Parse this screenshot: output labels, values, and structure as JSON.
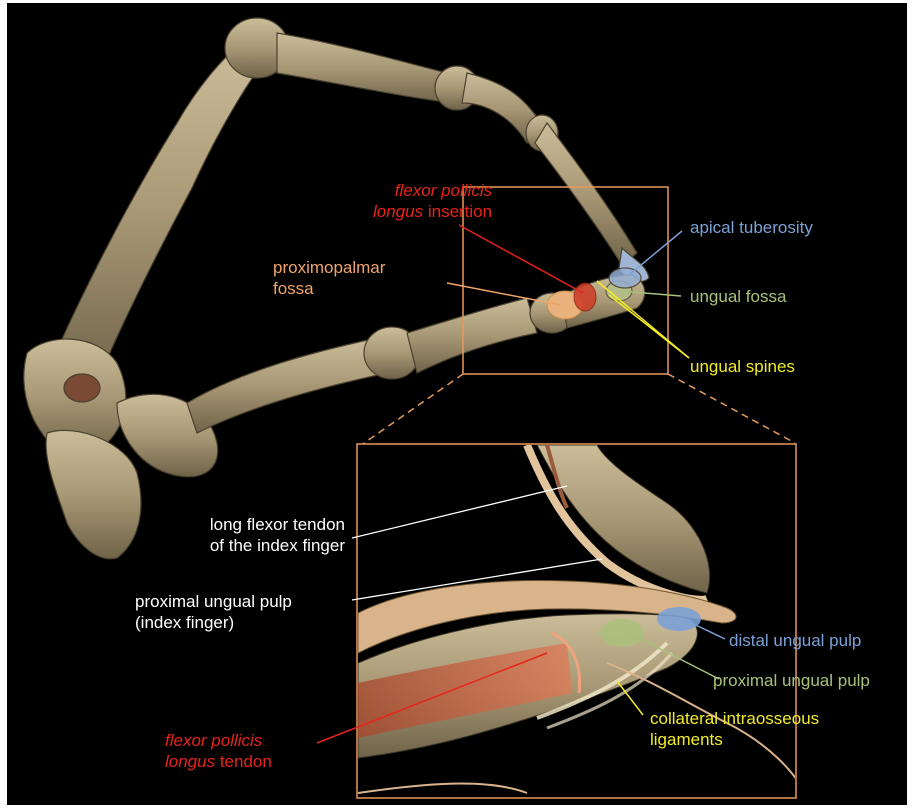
{
  "labels": {
    "fpl_insertion": {
      "italic_l1": "flexor pollicis",
      "italic_l2": "longus",
      "plain_l2": " insertion"
    },
    "proximopalmar": {
      "line1": "proximopalmar",
      "line2": "fossa"
    },
    "apical_tuberosity": "apical tuberosity",
    "ungual_fossa": "ungual fossa",
    "ungual_spines": "ungual spines",
    "long_flexor": {
      "line1": "long flexor tendon",
      "line2": "of the index finger"
    },
    "proximal_pulp_index": {
      "line1": "proximal ungual pulp",
      "line2": "(index finger)"
    },
    "distal_ungual_pulp": "distal ungual pulp",
    "proximal_ungual_pulp": "proximal ungual pulp",
    "collateral": {
      "line1": "collateral intraosseous",
      "line2": "ligaments"
    },
    "fpl_tendon": {
      "italic_l1": "flexor pollicis",
      "italic_l2": "longus",
      "plain_l2": " tendon"
    }
  },
  "colors": {
    "background": "#000000",
    "bone": "#b7a784",
    "bone_shadow": "#6e624a",
    "callout_box": "#e79a5a",
    "red": "#e8231b",
    "orange": "#efa46a",
    "blue": "#7ba1d6",
    "green": "#a8c17a",
    "yellow": "#f2ec27",
    "white": "#ffffff",
    "skin": "#d9b48a",
    "tendon": "#c85a3a"
  }
}
